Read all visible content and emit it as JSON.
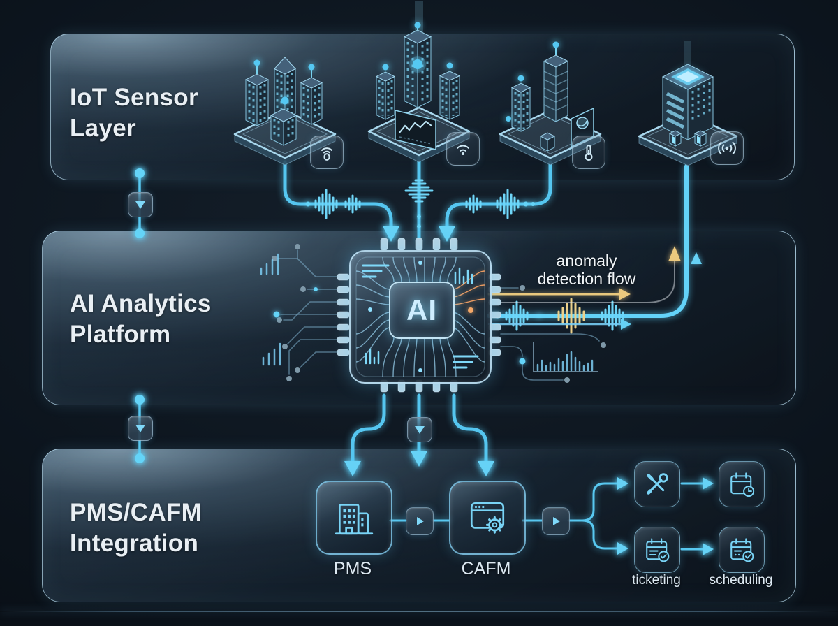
{
  "colors": {
    "background": "#0b1219",
    "panel_border": "#bcd9e8",
    "accent_cyan": "#55c6f0",
    "accent_cyan_bright": "#8fe0ff",
    "accent_yellow": "#e9c87d",
    "text_primary": "#e9eff4"
  },
  "layers": {
    "iot_sensor": {
      "title_line1": "IoT Sensor",
      "title_line2": "Layer"
    },
    "ai_platform": {
      "title_line1": "AI Analytics",
      "title_line2": "Platform"
    },
    "integration": {
      "title_line1": "PMS/CAFM",
      "title_line2": "Integration"
    }
  },
  "chip": {
    "label": "AI"
  },
  "annotations": {
    "anomaly_line1": "anomaly",
    "anomaly_line2": "detection flow"
  },
  "iot_sensor_icons": [
    "wifi-device-icon",
    "wifi-icon",
    "thermometer-icon",
    "broadcast-icon"
  ],
  "integration_nodes": {
    "pms_label": "PMS",
    "cafm_label": "CAFM",
    "ticketing_label": "ticketing",
    "scheduling_label": "scheduling"
  }
}
